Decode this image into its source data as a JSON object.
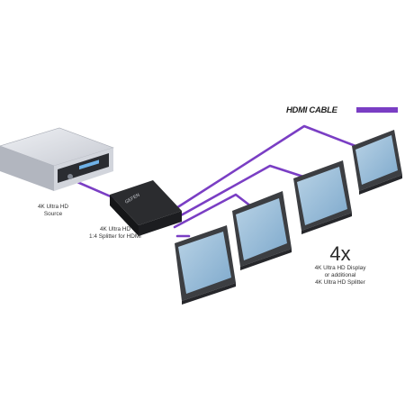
{
  "legend": {
    "label": "HDMI CABLE",
    "color": "#7a3ec4"
  },
  "source": {
    "line1": "4K Ultra HD",
    "line2": "Source"
  },
  "splitter": {
    "line1": "4K Ultra HD",
    "line2": "1:4 Splitter for HDMI",
    "brand": "GEFEN"
  },
  "displays": {
    "count_label": "4x",
    "line1": "4K Ultra HD  Display",
    "line2": "or additional",
    "line3": "4K Ultra HD Splitter"
  },
  "colors": {
    "cable": "#7a3ec4",
    "device_body": "#1e1f21",
    "source_body": "#c9ccd3",
    "screen": "#8fb7d6",
    "bezel": "#3c3e42"
  }
}
